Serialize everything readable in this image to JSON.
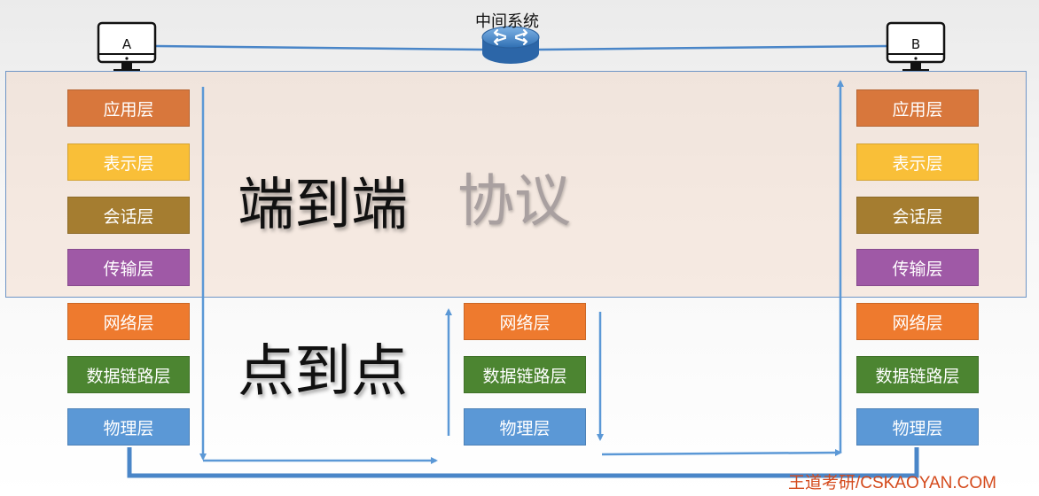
{
  "intermediate_system": {
    "label": "中间系统"
  },
  "hosts": {
    "left": "A",
    "right": "B"
  },
  "layers": {
    "application": "应用层",
    "presentation": "表示层",
    "session": "会话层",
    "transport": "传输层",
    "network": "网络层",
    "data_link": "数据链路层",
    "physical": "物理层"
  },
  "labels": {
    "end_to_end": "端到端",
    "protocol": "协议",
    "point_to_point": "点到点"
  },
  "watermark": "王道考研/CSKAOYAN.COM",
  "colors": {
    "application": "#d8773c",
    "presentation": "#f9bf38",
    "session": "#a57d30",
    "transport": "#9f59a6",
    "network": "#ee7a2e",
    "data_link": "#4c8531",
    "physical": "#5b98d6",
    "flow_line": "#5b98d6",
    "band_fill": "#f2d7c6",
    "band_border": "#6f95c6"
  }
}
